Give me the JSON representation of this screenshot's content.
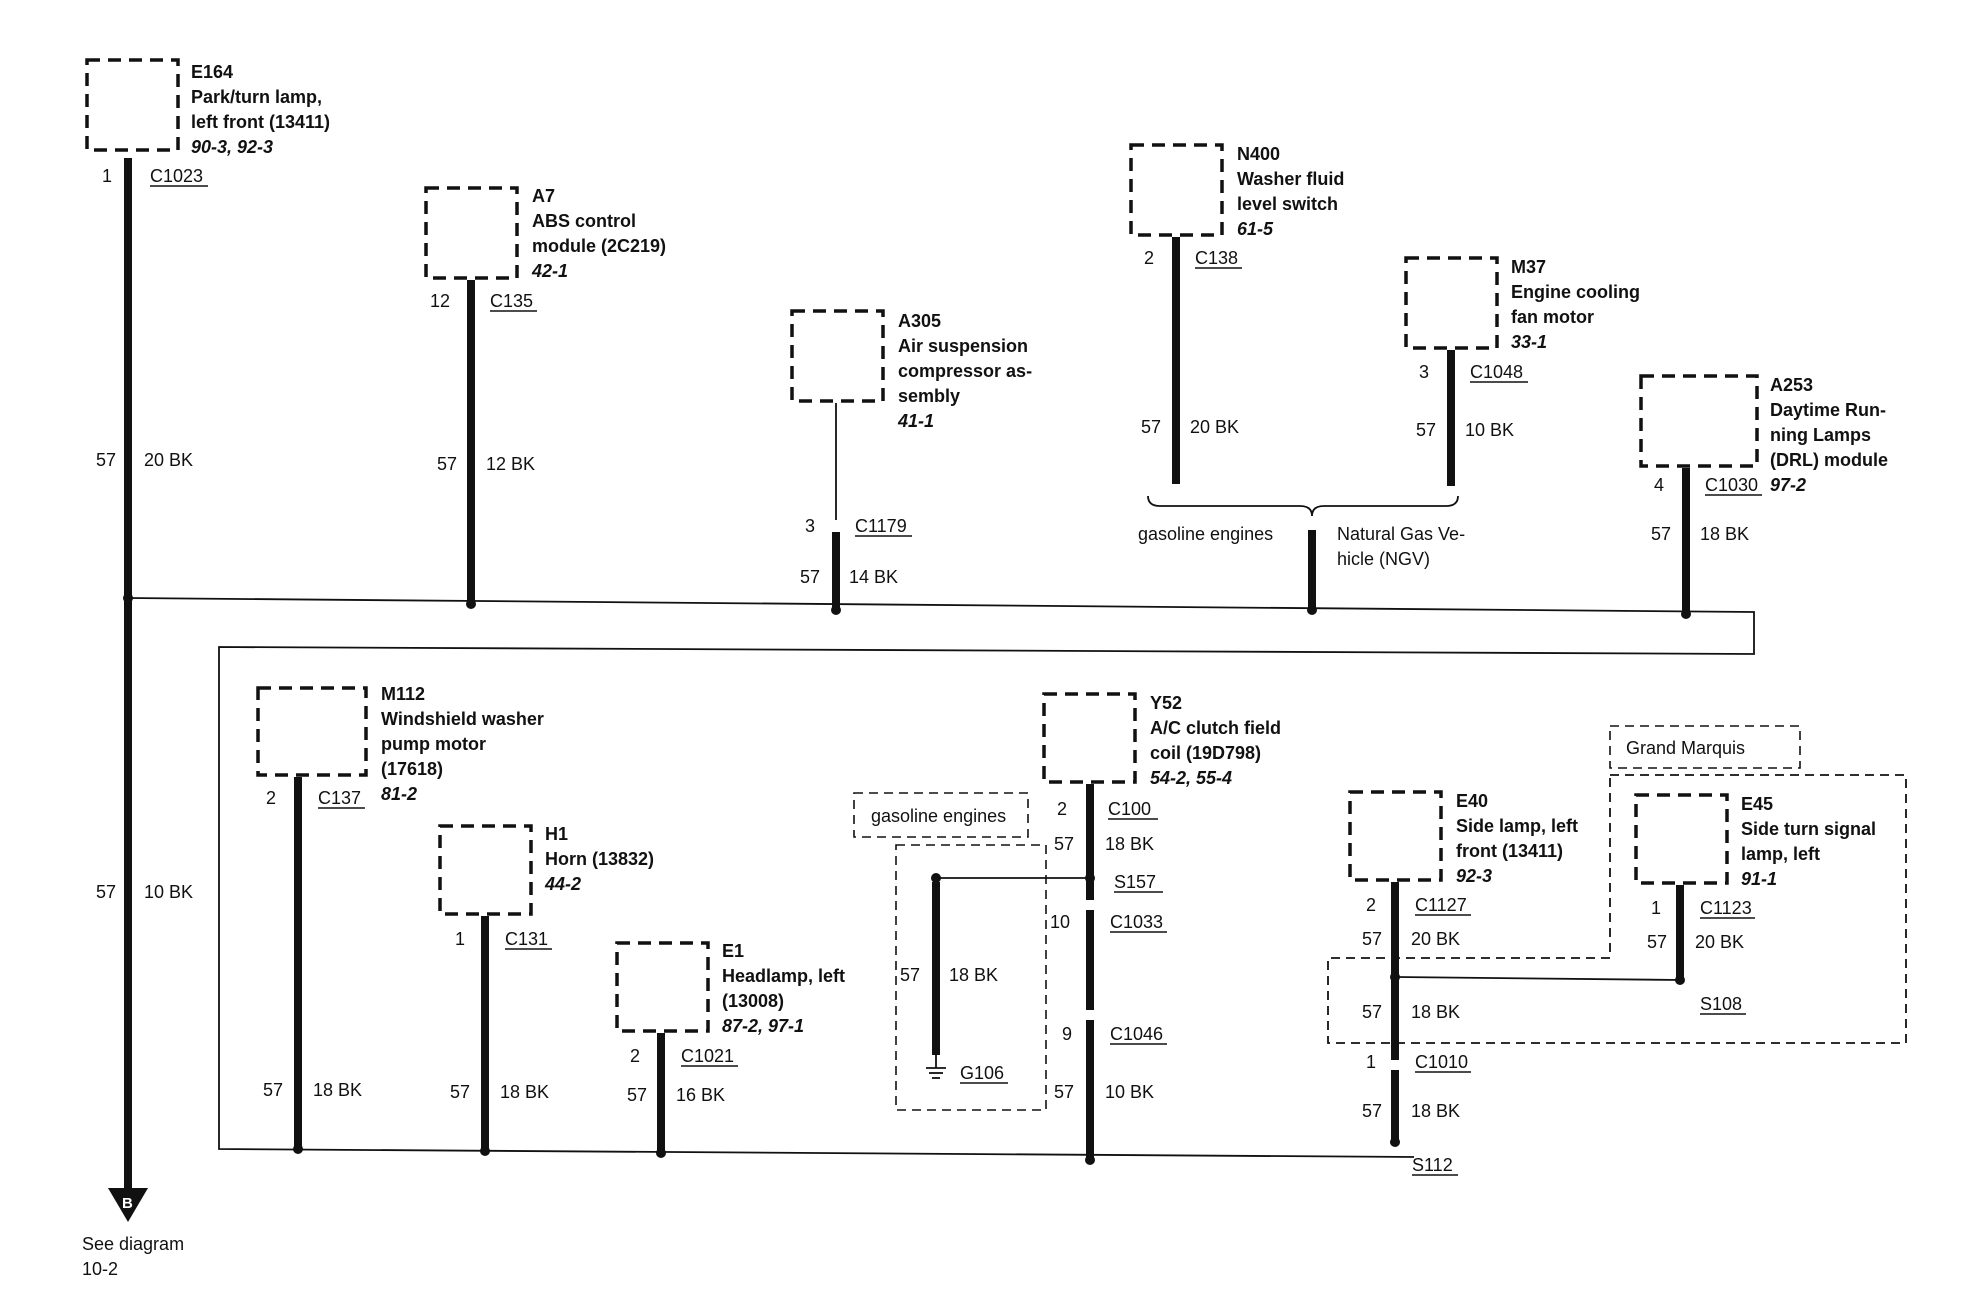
{
  "components": {
    "e164": {
      "id": "E164",
      "desc": [
        "Park/turn lamp,",
        "left front (13411)"
      ],
      "ref": "90-3, 92-3",
      "pin": "1",
      "conn": "C1023",
      "circuit": "57",
      "wire": "20 BK"
    },
    "a7": {
      "id": "A7",
      "desc": [
        "ABS control",
        "module (2C219)"
      ],
      "ref": "42-1",
      "pin": "12",
      "conn": "C135",
      "circuit": "57",
      "wire": "12 BK"
    },
    "a305": {
      "id": "A305",
      "desc": [
        "Air suspension",
        "compressor as-",
        "sembly"
      ],
      "ref": "41-1",
      "pin": "3",
      "conn": "C1179",
      "circuit": "57",
      "wire": "14 BK"
    },
    "n400": {
      "id": "N400",
      "desc": [
        "Washer fluid",
        "level switch"
      ],
      "ref": "61-5",
      "pin": "2",
      "conn": "C138",
      "circuit": "57",
      "wire": "20 BK"
    },
    "m37": {
      "id": "M37",
      "desc": [
        "Engine cooling",
        "fan motor"
      ],
      "ref": "33-1",
      "pin": "3",
      "conn": "C1048",
      "circuit": "57",
      "wire": "10 BK"
    },
    "a253": {
      "id": "A253",
      "desc": [
        "Daytime Run-",
        "ning Lamps",
        "(DRL) module"
      ],
      "ref": "97-2",
      "pin": "4",
      "conn": "C1030",
      "circuit": "57",
      "wire": "18 BK"
    },
    "m112": {
      "id": "M112",
      "desc": [
        "Windshield washer",
        "pump motor",
        "(17618)"
      ],
      "ref": "81-2",
      "pin": "2",
      "conn": "C137",
      "circuit": "57",
      "wire": "18 BK"
    },
    "h1": {
      "id": "H1",
      "desc": [
        "Horn (13832)"
      ],
      "ref": "44-2",
      "pin": "1",
      "conn": "C131",
      "circuit": "57",
      "wire": "18 BK"
    },
    "e1": {
      "id": "E1",
      "desc": [
        "Headlamp, left",
        "(13008)"
      ],
      "ref": "87-2, 97-1",
      "pin": "2",
      "conn": "C1021",
      "circuit": "57",
      "wire": "16 BK"
    },
    "y52": {
      "id": "Y52",
      "desc": [
        "A/C clutch field",
        "coil (19D798)"
      ],
      "ref": "54-2, 55-4",
      "pin": "2",
      "conn": "C100",
      "circuit": "57",
      "wire": "18 BK"
    },
    "e40": {
      "id": "E40",
      "desc": [
        "Side lamp, left",
        "front (13411)"
      ],
      "ref": "92-3",
      "pin": "2",
      "conn": "C1127",
      "circuit": "57",
      "wire": "20 BK"
    },
    "e45": {
      "id": "E45",
      "desc": [
        "Side turn signal",
        "lamp, left"
      ],
      "ref": "91-1",
      "pin": "1",
      "conn": "C1123",
      "circuit": "57",
      "wire": "20 BK"
    }
  },
  "main_wire": {
    "circuit": "57",
    "wire": "10 BK"
  },
  "options": {
    "gasoline_engines": "gasoline engines",
    "ngv": [
      "Natural Gas Ve-",
      "hicle (NGV)"
    ],
    "gasoline_engines_box": "gasoline engines",
    "grand_marquis": "Grand Marquis"
  },
  "splices": {
    "s157": "S157",
    "s108": "S108",
    "s112": "S112",
    "g106": "G106"
  },
  "connectors": {
    "c1033": {
      "pin": "10",
      "conn": "C1033"
    },
    "c1046": {
      "pin": "9",
      "conn": "C1046",
      "circuit": "57",
      "wire": "10 BK"
    },
    "c1010": {
      "pin": "1",
      "conn": "C1010",
      "circuit": "57",
      "wire": "18 BK"
    }
  },
  "wires": {
    "g106_wire": {
      "circuit": "57",
      "wire": "18 BK"
    },
    "y52_wire2": {
      "circuit": "57",
      "wire": "18 BK"
    },
    "s108_wire": {
      "circuit": "57",
      "wire": "18 BK"
    }
  },
  "offpage": {
    "symbol": "B",
    "text": [
      "See diagram",
      "10-2"
    ]
  }
}
